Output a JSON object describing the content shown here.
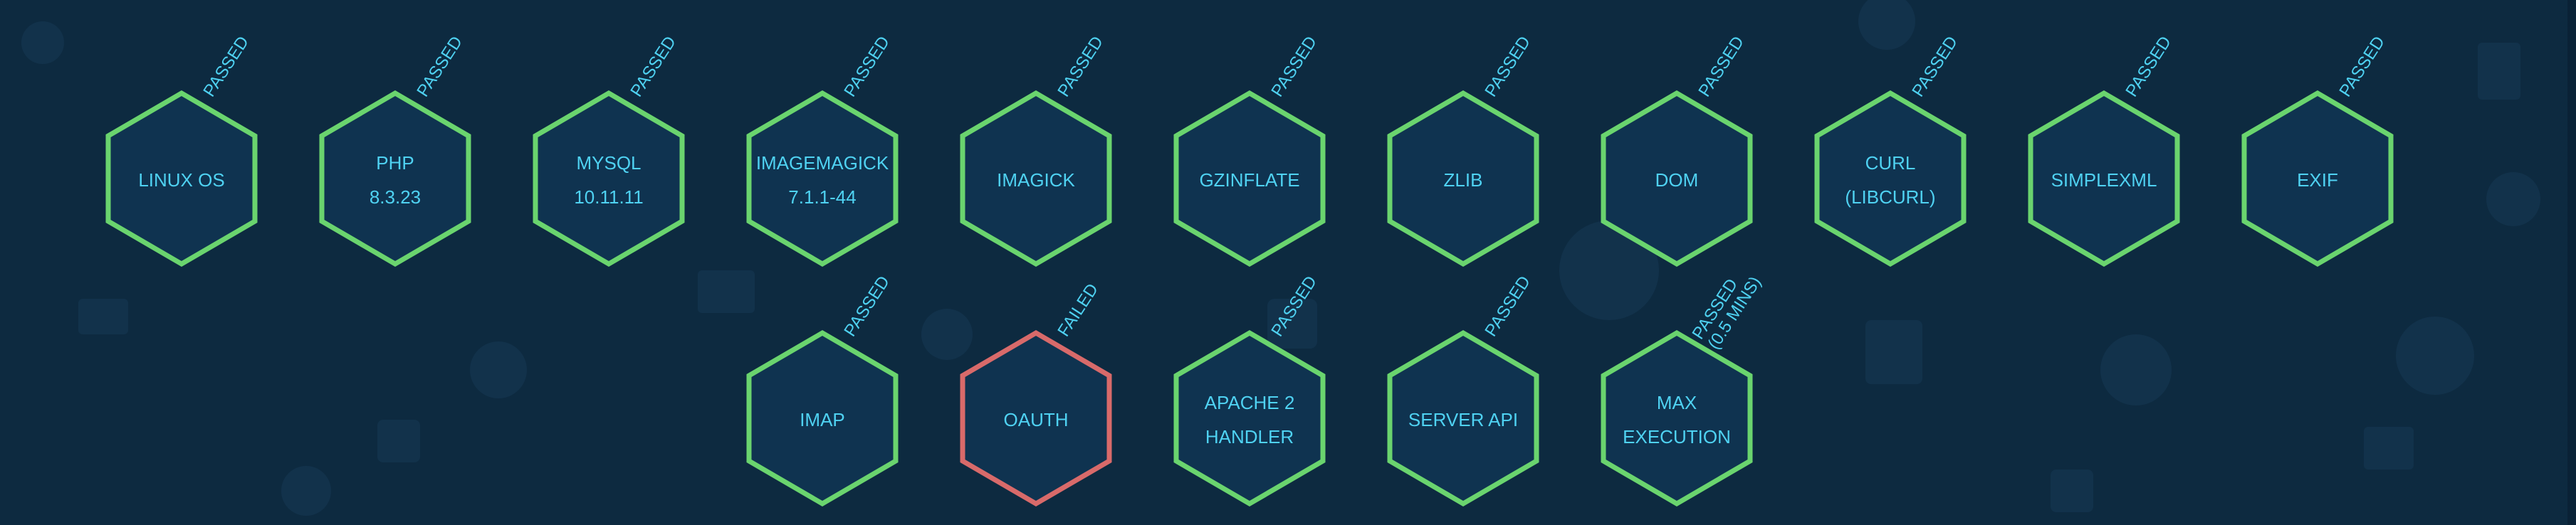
{
  "colors": {
    "background": "#0d2a40",
    "hex_fill": "#0f3350",
    "passed_stroke": "#6ad46e",
    "failed_stroke": "#d86a6a",
    "text": "#4fd2f2"
  },
  "checks": [
    {
      "lines": [
        "LINUX OS"
      ],
      "status": [
        "PASSED"
      ],
      "state": "passed"
    },
    {
      "lines": [
        "PHP",
        "8.3.23"
      ],
      "status": [
        "PASSED"
      ],
      "state": "passed"
    },
    {
      "lines": [
        "MYSQL",
        "10.11.11"
      ],
      "status": [
        "PASSED"
      ],
      "state": "passed"
    },
    {
      "lines": [
        "IMAGEMAGICK",
        "7.1.1-44"
      ],
      "status": [
        "PASSED"
      ],
      "state": "passed"
    },
    {
      "lines": [
        "IMAGICK"
      ],
      "status": [
        "PASSED"
      ],
      "state": "passed"
    },
    {
      "lines": [
        "GZINFLATE"
      ],
      "status": [
        "PASSED"
      ],
      "state": "passed"
    },
    {
      "lines": [
        "ZLIB"
      ],
      "status": [
        "PASSED"
      ],
      "state": "passed"
    },
    {
      "lines": [
        "DOM"
      ],
      "status": [
        "PASSED"
      ],
      "state": "passed"
    },
    {
      "lines": [
        "CURL",
        "(LIBCURL)"
      ],
      "status": [
        "PASSED"
      ],
      "state": "passed"
    },
    {
      "lines": [
        "SIMPLEXML"
      ],
      "status": [
        "PASSED"
      ],
      "state": "passed"
    },
    {
      "lines": [
        "EXIF"
      ],
      "status": [
        "PASSED"
      ],
      "state": "passed"
    },
    {
      "lines": [
        "IMAP"
      ],
      "status": [
        "PASSED"
      ],
      "state": "passed"
    },
    {
      "lines": [
        "OAUTH"
      ],
      "status": [
        "FAILED"
      ],
      "state": "failed"
    },
    {
      "lines": [
        "APACHE 2",
        "HANDLER"
      ],
      "status": [
        "PASSED"
      ],
      "state": "passed"
    },
    {
      "lines": [
        "SERVER API"
      ],
      "status": [
        "PASSED"
      ],
      "state": "passed"
    },
    {
      "lines": [
        "MAX",
        "EXECUTION"
      ],
      "status": [
        "PASSED",
        "(0.5 MINS)"
      ],
      "state": "passed"
    }
  ]
}
